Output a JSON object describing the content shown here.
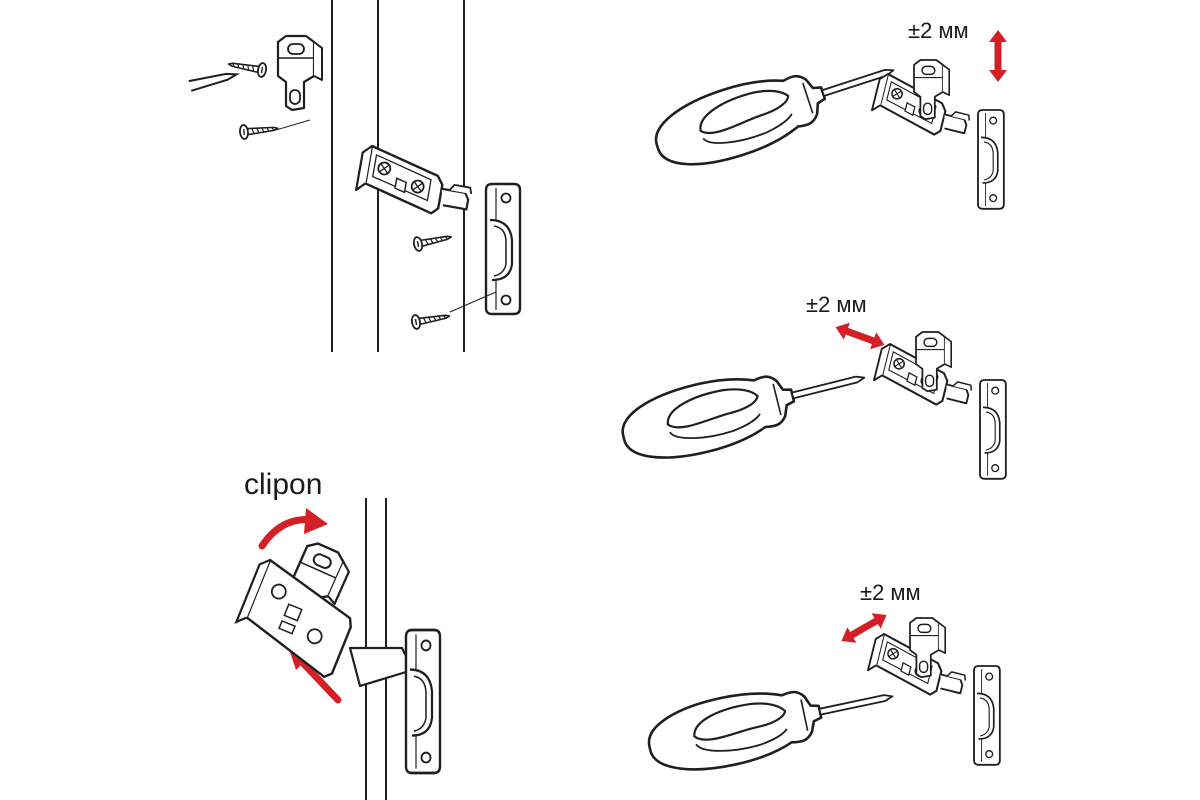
{
  "labels": {
    "clipon": "clipon",
    "adjust_top": "±2 мм",
    "adjust_middle": "±2 мм",
    "adjust_bottom": "±2 мм"
  },
  "colors": {
    "arrow": "#d32027",
    "line": "#1f1f1f",
    "fill": "#ffffff",
    "shade": "#8a8a8a"
  },
  "icons": {
    "screw": "screw-icon",
    "screwdriver": "screwdriver-icon",
    "hinge": "hinge-icon",
    "mounting_plate": "mounting-plate-icon"
  }
}
